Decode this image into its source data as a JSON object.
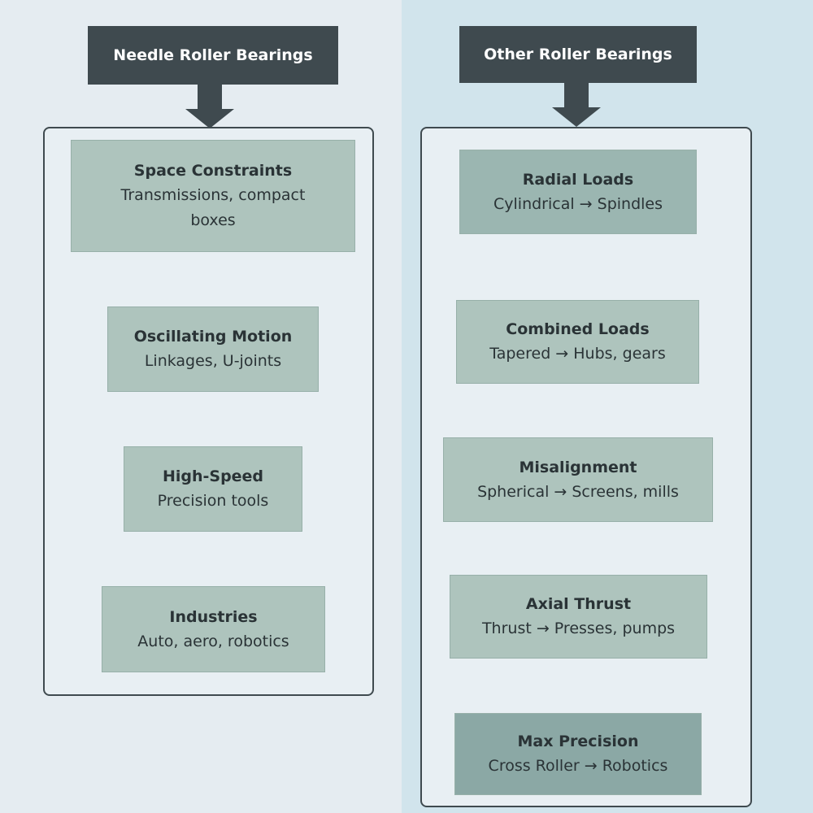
{
  "columns": {
    "needle": {
      "header": "Needle Roller Bearings",
      "items": [
        {
          "title": "Space Constraints",
          "desc": "Transmissions, compact boxes"
        },
        {
          "title": "Oscillating Motion",
          "desc": "Linkages, U-joints"
        },
        {
          "title": "High-Speed",
          "desc": "Precision tools"
        },
        {
          "title": "Industries",
          "desc": "Auto, aero, robotics"
        }
      ]
    },
    "other": {
      "header": "Other Roller Bearings",
      "items": [
        {
          "title": "Radial Loads",
          "desc": "Cylindrical → Spindles"
        },
        {
          "title": "Combined Loads",
          "desc": "Tapered → Hubs, gears"
        },
        {
          "title": "Misalignment",
          "desc": "Spherical → Screens, mills"
        },
        {
          "title": "Axial Thrust",
          "desc": "Thrust → Presses, pumps"
        },
        {
          "title": "Max Precision",
          "desc": "Cross Roller → Robotics"
        }
      ]
    }
  },
  "colors": {
    "header": "#3f4a4f",
    "box": "#aec4bd",
    "box_mid": "#9bb6b1",
    "box_dark": "#8ba8a5",
    "left_bg": "#e5ecf1",
    "right_bg": "#d1e4ec"
  }
}
